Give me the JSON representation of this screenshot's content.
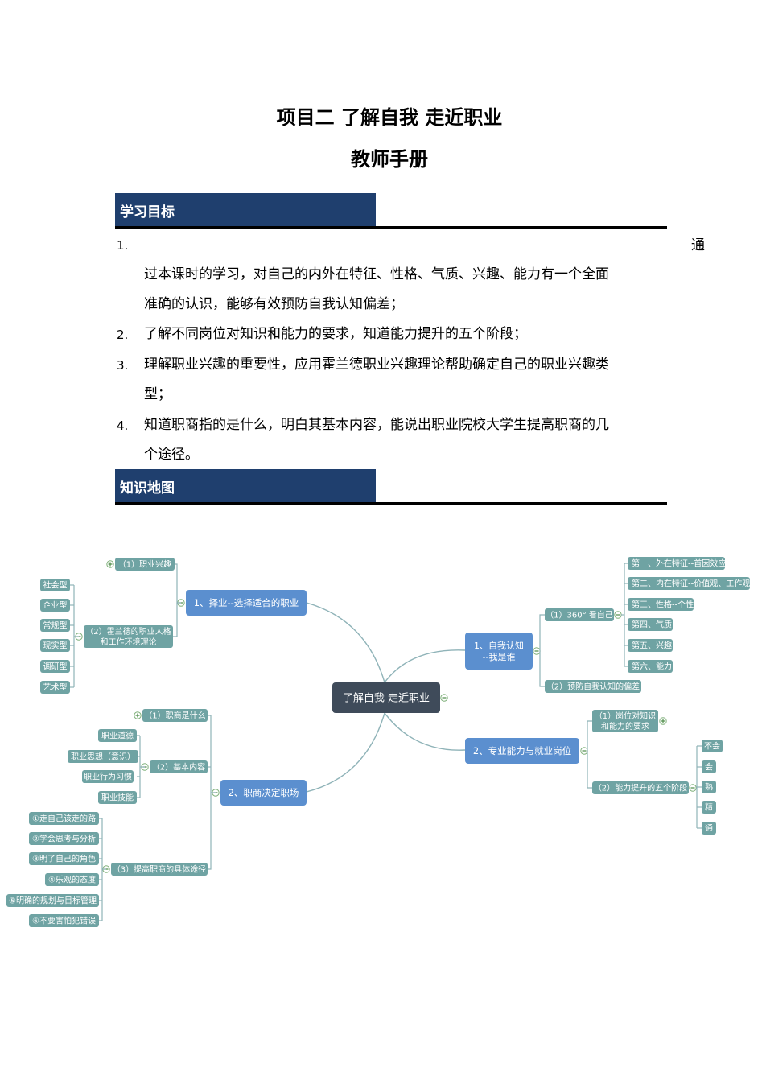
{
  "header": {
    "title": "项目二 了解自我 走近职业",
    "subtitle": "教师手册"
  },
  "sections": {
    "objectives_label": "学习目标",
    "map_label": "知识地图"
  },
  "objectives": [
    {
      "num": "1.",
      "lead": "通",
      "lines": [
        "过本课时的学习，对自己的内外在特征、性格、气质、兴趣、能力有一个全面",
        "准确的认识，能够有效预防自我认知偏差；"
      ]
    },
    {
      "num": "2.",
      "lines": [
        "了解不同岗位对知识和能力的要求，知道能力提升的五个阶段；"
      ]
    },
    {
      "num": "3.",
      "lines": [
        "理解职业兴趣的重要性，应用霍兰德职业兴趣理论帮助确定自己的职业兴趣类",
        "型；"
      ]
    },
    {
      "num": "4.",
      "lines": [
        "知道职商指的是什么，明白其基本内容，能说出职业院校大学生提高职商的几",
        "个途径。"
      ]
    }
  ],
  "mindmap": {
    "root": "了解自我 走近职业",
    "b1": {
      "label": "1、择业--选择适合的职业",
      "c1": "（1）职业兴趣",
      "c2": [
        "（2）霍兰德的职业人格",
        "和工作环境理论"
      ],
      "types": [
        "社会型",
        "企业型",
        "常规型",
        "现实型",
        "调研型",
        "艺术型"
      ]
    },
    "b2": {
      "label": "2、职商决定职场",
      "c1": "（1）职商是什么",
      "c2": "（2）基本内容",
      "content": [
        "职业道德",
        "职业思想（意识）",
        "职业行为习惯",
        "职业技能"
      ],
      "c3": "（3）提高职商的具体途径",
      "ways": [
        "①走自己该走的路",
        "②学会思考与分析",
        "③明了自己的角色",
        "④乐观的态度",
        "⑤明确的规划与目标管理",
        "⑥不要害怕犯错误"
      ]
    },
    "b3": {
      "label": [
        "1、自我认知",
        "--我是谁"
      ],
      "c1": "（1）360° 看自己",
      "c2": "（2）预防自我认知的偏差",
      "aspects": [
        "第一、外在特征--首因效应",
        "第二、内在特征--价值观、工作观",
        "第三、性格--个性",
        "第四、气质",
        "第五、兴趣",
        "第六、能力"
      ]
    },
    "b4": {
      "label": "2、专业能力与就业岗位",
      "c1": [
        "（1）岗位对知识",
        "和能力的要求"
      ],
      "c2": "（2）能力提升的五个阶段",
      "stages": [
        "不会",
        "会",
        "熟",
        "精",
        "通"
      ]
    }
  },
  "colors": {
    "section_bar": "#1f3f6e",
    "root_node": "#3f4b5a",
    "branch_node": "#5b8fcf",
    "leaf_node": "#6fa3a3",
    "connector": "#8fb3b8"
  }
}
